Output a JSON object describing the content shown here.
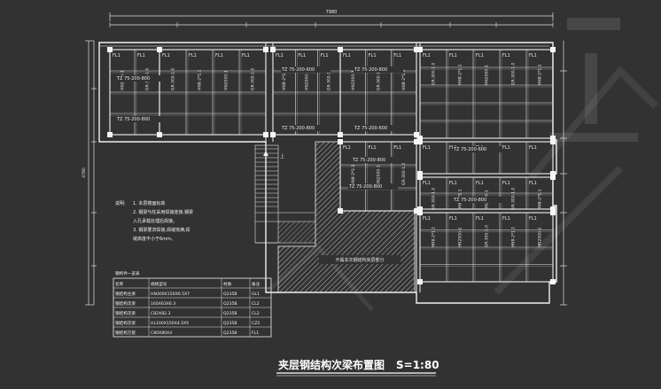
{
  "drawing": {
    "title": "夹层钢结构次梁布置图",
    "scale": "S=1:80"
  },
  "dimensions": {
    "top_overall": "7980",
    "left_overall": "4780"
  },
  "beam_labels": {
    "fl1": "FL1",
    "tz": "TZ 75-200-800",
    "tz_b": "TZ 75-200-600",
    "v1": "HN2000-1",
    "v2": "GR-300-1.0",
    "v3": "HN8-2*1.1"
  },
  "stair": {
    "up_label": "上"
  },
  "void_note": "不属本次钢结构夹层部分",
  "notes": {
    "heading": "说明:",
    "items": [
      "1. 本层楼面标高",
      "2. 钢梁与柱采用焊接连接,钢梁",
      "   入孔承载处理后焊接。",
      "3. 钢梁要求焊接,焊缝饱满,焊",
      "   缝高度不小于6mm。"
    ]
  },
  "table": {
    "title": "钢构件一览表",
    "headers": [
      "名称",
      "规格型号",
      "材质",
      "备注"
    ],
    "rows": [
      [
        "钢结构主梁",
        "HN300X150X6.5X7",
        "Q235B",
        "GL1"
      ],
      [
        "钢结构次梁",
        "160X63X6.3",
        "Q235B",
        "CL2"
      ],
      [
        "钢结构次梁",
        "C82X82.3",
        "Q235B",
        "CL2"
      ],
      [
        "钢结构次梁",
        "HL100X150X4.5X5",
        "Q235B",
        "CZ2"
      ],
      [
        "钢结构方管",
        "C80X80X4",
        "Q235B",
        "FL1"
      ]
    ]
  }
}
